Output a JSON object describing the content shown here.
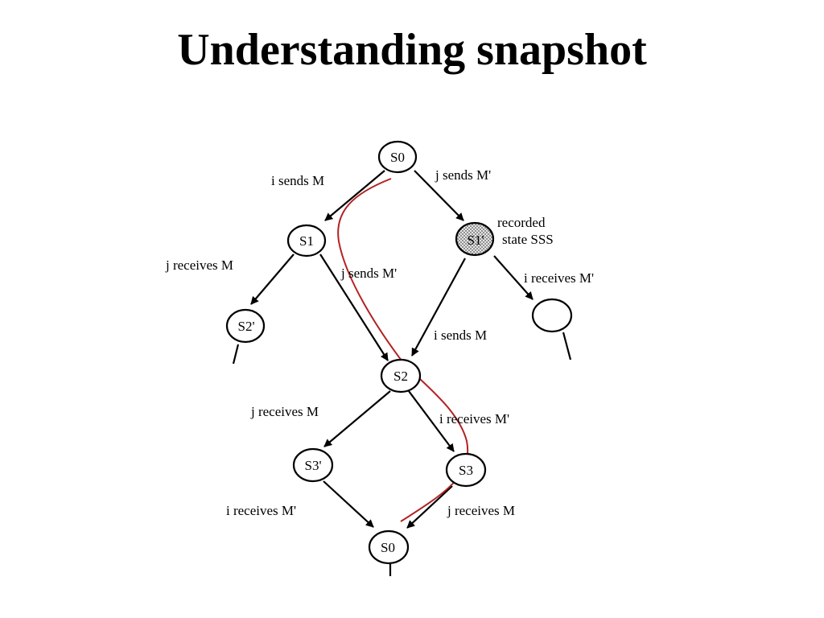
{
  "title": "Understanding snapshot",
  "colors": {
    "line": "#000000",
    "cut_path": "#b22222",
    "recorded_fill": "#cfcfcf"
  },
  "states": {
    "s0_top": "S0",
    "s1": "S1",
    "s1_prime": "S1'",
    "s2_prime": "S2'",
    "s2": "S2",
    "s3_prime": "S3'",
    "s3": "S3",
    "s0_bottom": "S0"
  },
  "edge_labels": {
    "i_sends_m_top": "i sends M",
    "j_sends_m_prime_top": "j sends M'",
    "j_receives_m_left": "j receives M",
    "j_sends_m_prime_mid": "j sends M'",
    "i_receives_m_prime_right": "i receives M'",
    "i_sends_m_mid": "i sends M",
    "j_receives_m_lower": "j receives M",
    "i_receives_m_prime_lower": "i receives M'",
    "i_receives_m_prime_bottom": "i receives M'",
    "j_receives_m_bottom": "j receives M"
  },
  "annotation": {
    "line1": "recorded",
    "line2": "state SSS"
  }
}
